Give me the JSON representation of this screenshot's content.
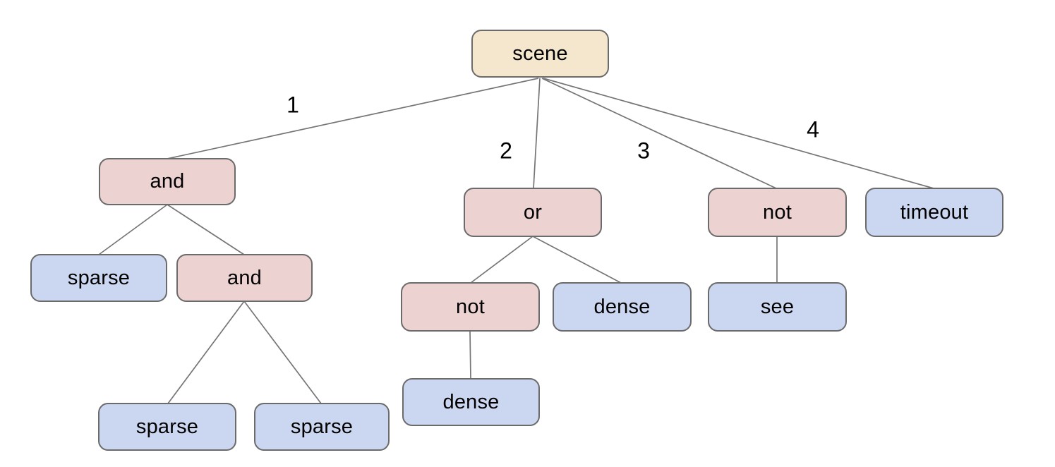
{
  "diagram": {
    "type": "tree",
    "root": "scene"
  },
  "colors": {
    "background": "#ffffff",
    "root_fill": "#f5e7cd",
    "operator_fill": "#ecd2d1",
    "leaf_fill": "#cbd6f0",
    "border": "#6b6b6b",
    "line": "#757575",
    "text": "#000000"
  },
  "nodes": [
    {
      "id": "scene",
      "label": "scene",
      "type": "root",
      "parent": null
    },
    {
      "id": "and-1",
      "label": "and",
      "type": "operator",
      "parent": "scene",
      "edge_label": "1"
    },
    {
      "id": "or-1",
      "label": "or",
      "type": "operator",
      "parent": "scene",
      "edge_label": "2"
    },
    {
      "id": "not-right",
      "label": "not",
      "type": "operator",
      "parent": "scene",
      "edge_label": "3"
    },
    {
      "id": "timeout",
      "label": "timeout",
      "type": "leaf",
      "parent": "scene",
      "edge_label": "4"
    },
    {
      "id": "sparse-a",
      "label": "sparse",
      "type": "leaf",
      "parent": "and-1"
    },
    {
      "id": "and-2",
      "label": "and",
      "type": "operator",
      "parent": "and-1"
    },
    {
      "id": "sparse-b",
      "label": "sparse",
      "type": "leaf",
      "parent": "and-2"
    },
    {
      "id": "sparse-c",
      "label": "sparse",
      "type": "leaf",
      "parent": "and-2"
    },
    {
      "id": "not-mid",
      "label": "not",
      "type": "operator",
      "parent": "or-1"
    },
    {
      "id": "dense-a",
      "label": "dense",
      "type": "leaf",
      "parent": "or-1"
    },
    {
      "id": "dense-b",
      "label": "dense",
      "type": "leaf",
      "parent": "not-mid"
    },
    {
      "id": "see",
      "label": "see",
      "type": "leaf",
      "parent": "not-right"
    }
  ],
  "edge_labels": [
    {
      "text": "1"
    },
    {
      "text": "2"
    },
    {
      "text": "3"
    },
    {
      "text": "4"
    }
  ]
}
